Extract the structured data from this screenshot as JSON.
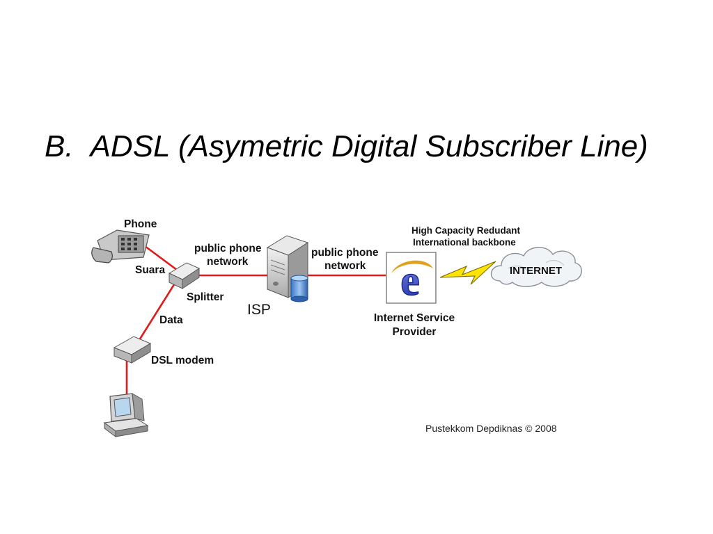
{
  "slide": {
    "marker": "B.",
    "title": "ADSL (Asymetric Digital Subscriber Line)"
  },
  "diagram": {
    "phone_label": "Phone",
    "suara_label": "Suara",
    "splitter_label": "Splitter",
    "data_label": "Data",
    "dsl_modem_label": "DSL modem",
    "public_phone_network_left": [
      "public phone",
      "network"
    ],
    "isp_label": "ISP",
    "public_phone_network_right": [
      "public phone",
      "network"
    ],
    "backbone_label": [
      "High Capacity Redudant",
      "International backbone"
    ],
    "internet_label": "INTERNET",
    "internet_service_provider": [
      "Internet Service",
      "Provider"
    ],
    "credit": "Pustekkom Depdiknas © 2008",
    "line_color": "#e01b1b",
    "lightning_color": "#ffe400",
    "isp_logo_color": "#2b3fbf"
  },
  "icons": [
    "telephone-icon",
    "splitter-icon",
    "dsl-modem-icon",
    "computer-icon",
    "server-icon",
    "database-icon",
    "internet-explorer-icon",
    "lightning-icon",
    "cloud-icon"
  ]
}
